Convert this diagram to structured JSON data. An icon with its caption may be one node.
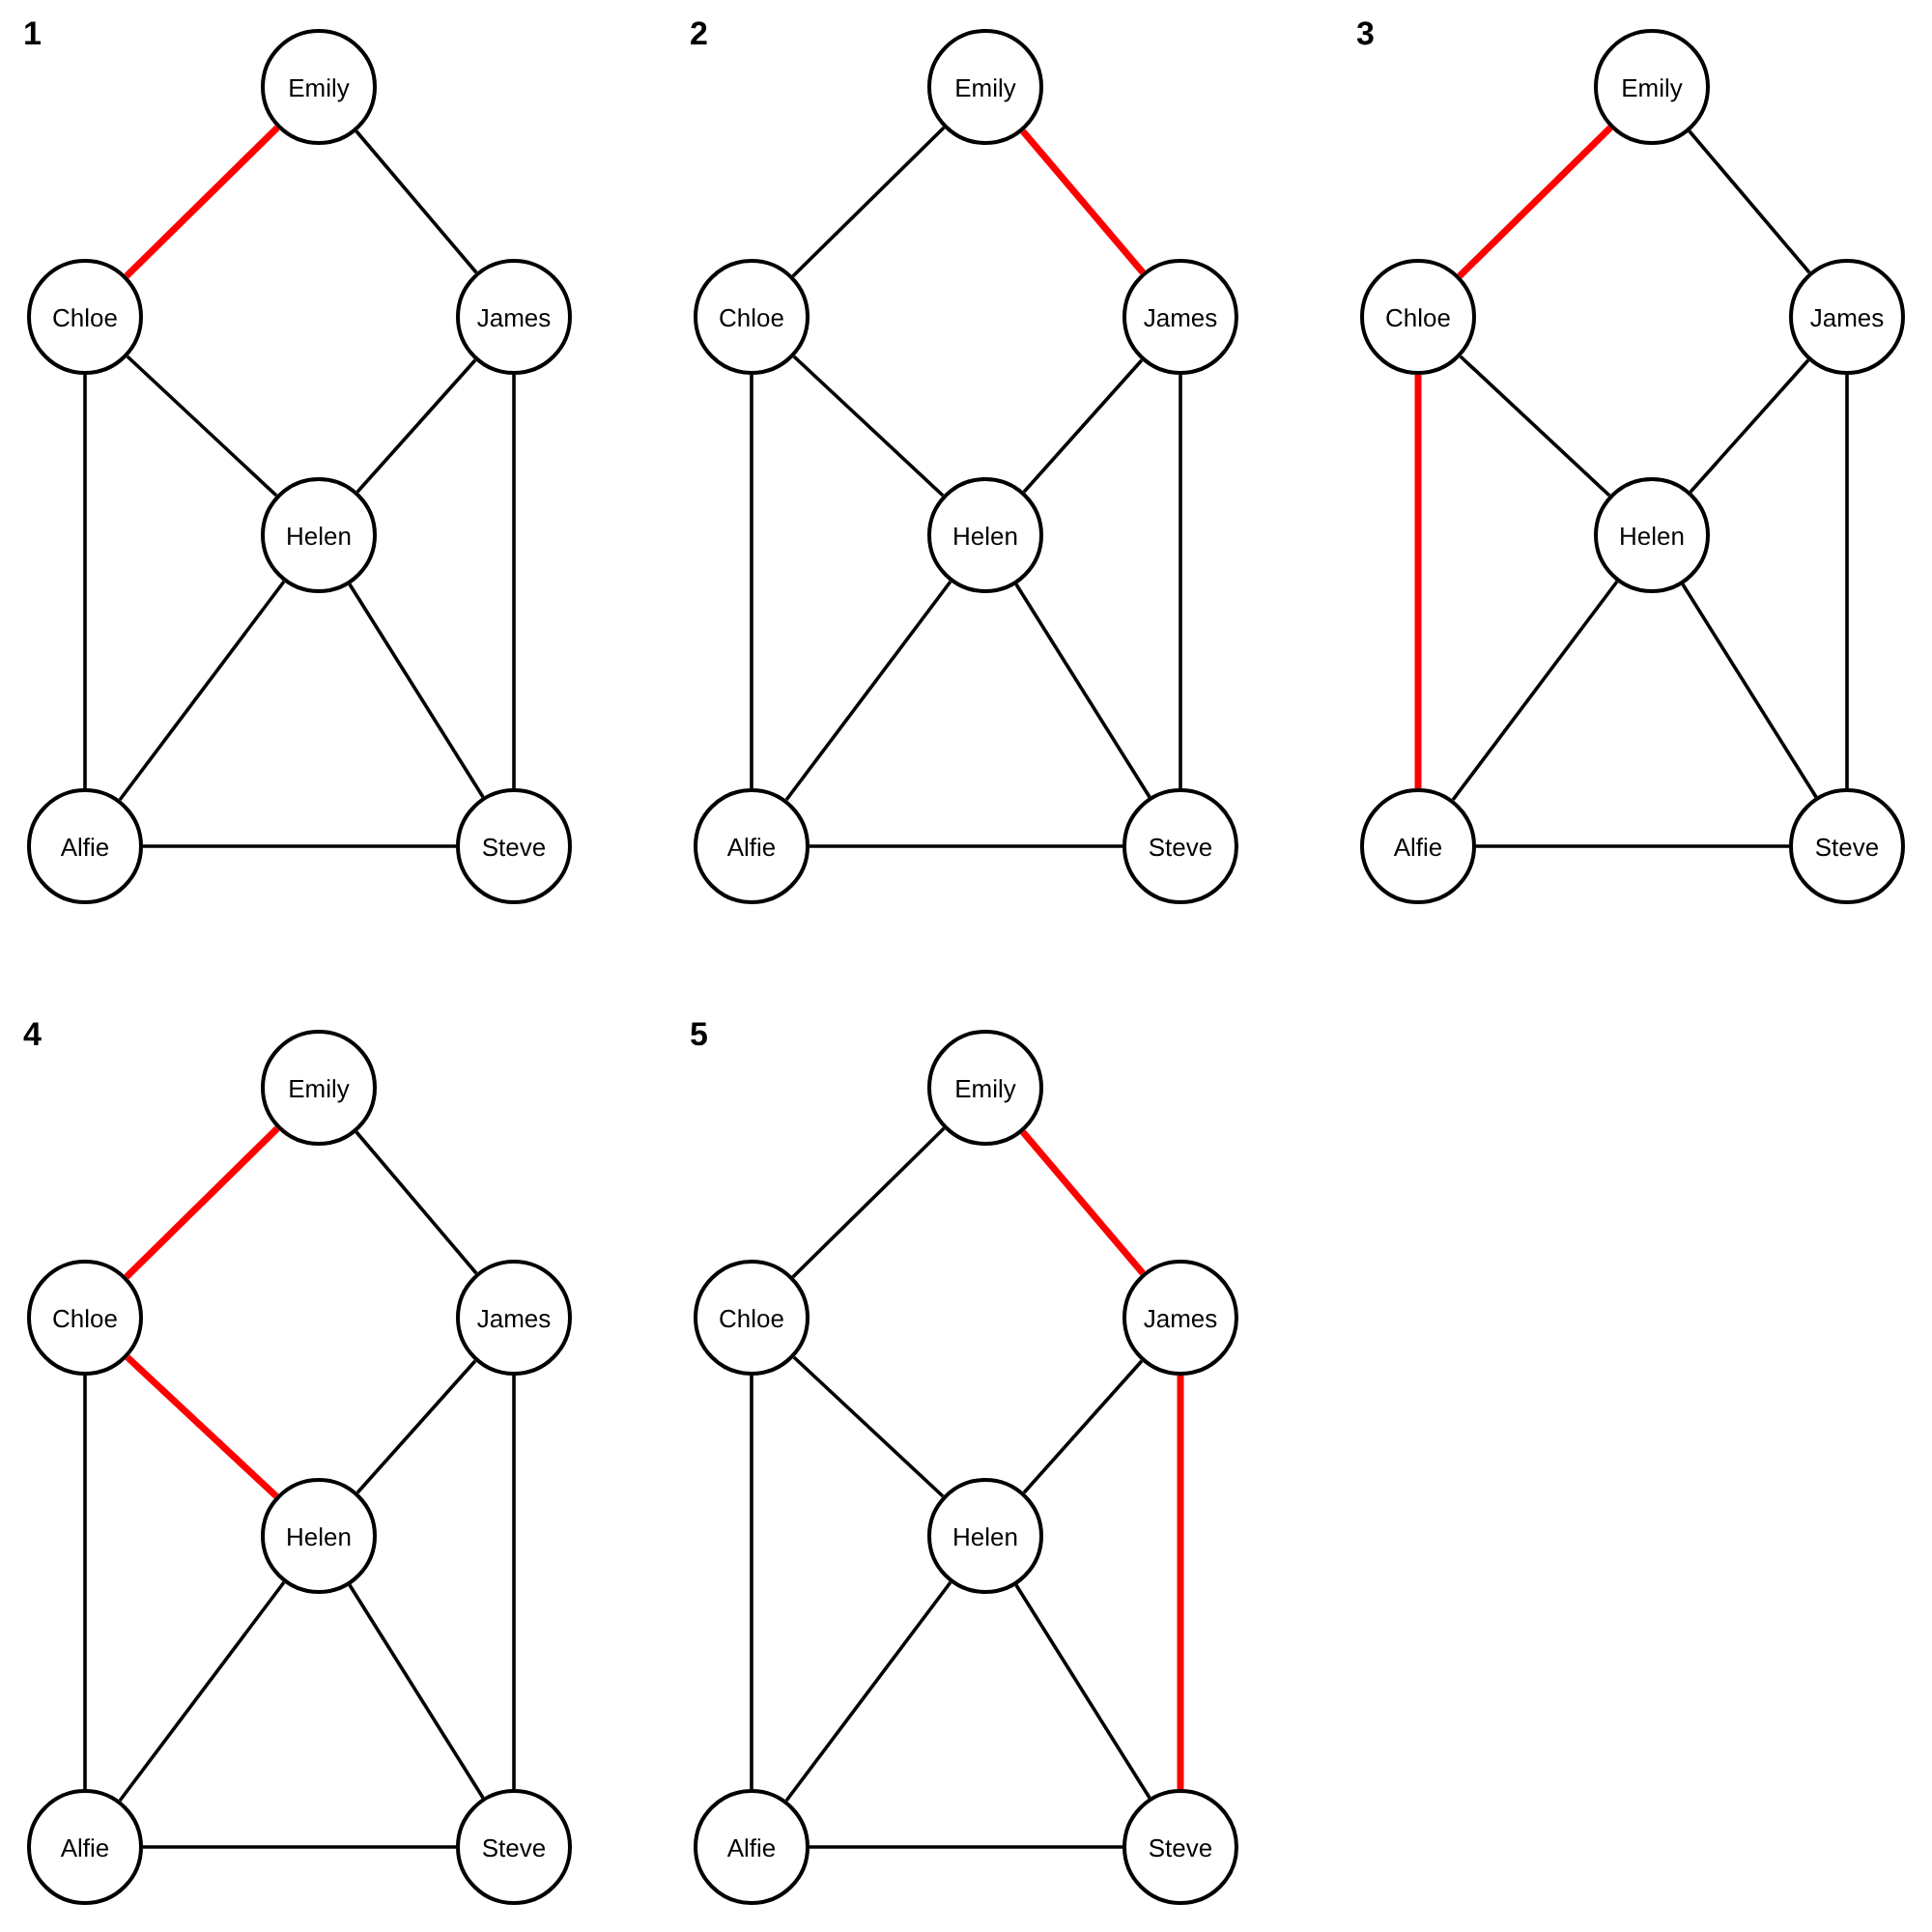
{
  "diagram": {
    "nodes": [
      {
        "text": [
          "Emily"
        ]
      },
      {
        "text": [
          "Chloe"
        ]
      },
      {
        "text": [
          "James"
        ]
      },
      {
        "text": [
          "Helen"
        ]
      },
      {
        "text": [
          "Alfie"
        ]
      },
      {
        "text": [
          "Steve"
        ]
      },
      {
        "text": [
          "Emily"
        ]
      },
      {
        "text": [
          "Chloe"
        ]
      },
      {
        "text": [
          "James"
        ]
      },
      {
        "text": [
          "Helen"
        ]
      },
      {
        "text": [
          "Alfie"
        ]
      },
      {
        "text": [
          "Steve"
        ]
      },
      {
        "text": [
          "Emily"
        ]
      },
      {
        "text": [
          "Chloe"
        ]
      },
      {
        "text": [
          "James"
        ]
      },
      {
        "text": [
          "Helen"
        ]
      },
      {
        "text": [
          "Alfie"
        ]
      },
      {
        "text": [
          "Steve"
        ]
      },
      {
        "text": [
          "Emily"
        ]
      },
      {
        "text": [
          "Chloe"
        ]
      },
      {
        "text": [
          "James"
        ]
      },
      {
        "text": [
          "Helen"
        ]
      },
      {
        "text": [
          "Alfie"
        ]
      },
      {
        "text": [
          "Steve"
        ]
      },
      {
        "text": [
          "Emily"
        ]
      },
      {
        "text": [
          "Chloe"
        ]
      },
      {
        "text": [
          "James"
        ]
      },
      {
        "text": [
          "Helen"
        ]
      },
      {
        "text": [
          "Alfie"
        ]
      },
      {
        "text": [
          "Steve"
        ]
      }
    ],
    "edges": [
      {
        "from": 0,
        "to": 1,
        "arrow": "none",
        "style": "thick",
        "color": "#ff0000"
      },
      {
        "from": 0,
        "to": 2,
        "arrow": "none"
      },
      {
        "from": 1,
        "to": 3,
        "arrow": "none"
      },
      {
        "from": 2,
        "to": 3,
        "arrow": "none"
      },
      {
        "from": 1,
        "to": 4,
        "arrow": "none"
      },
      {
        "from": 2,
        "to": 5,
        "arrow": "none"
      },
      {
        "from": 3,
        "to": 4,
        "arrow": "none"
      },
      {
        "from": 3,
        "to": 5,
        "arrow": "none"
      },
      {
        "from": 4,
        "to": 5,
        "arrow": "none"
      },
      {
        "from": 6,
        "to": 7,
        "arrow": "none"
      },
      {
        "from": 6,
        "to": 8,
        "arrow": "none",
        "style": "thick",
        "color": "#ff0000"
      },
      {
        "from": 7,
        "to": 9,
        "arrow": "none"
      },
      {
        "from": 8,
        "to": 9,
        "arrow": "none"
      },
      {
        "from": 7,
        "to": 10,
        "arrow": "none"
      },
      {
        "from": 8,
        "to": 11,
        "arrow": "none"
      },
      {
        "from": 9,
        "to": 10,
        "arrow": "none"
      },
      {
        "from": 9,
        "to": 11,
        "arrow": "none"
      },
      {
        "from": 10,
        "to": 11,
        "arrow": "none"
      },
      {
        "from": 12,
        "to": 13,
        "arrow": "none",
        "style": "thick",
        "color": "#ff0000"
      },
      {
        "from": 12,
        "to": 14,
        "arrow": "none"
      },
      {
        "from": 13,
        "to": 15,
        "arrow": "none"
      },
      {
        "from": 14,
        "to": 15,
        "arrow": "none"
      },
      {
        "from": 13,
        "to": 16,
        "arrow": "none",
        "style": "thick",
        "color": "#ff0000"
      },
      {
        "from": 14,
        "to": 17,
        "arrow": "none"
      },
      {
        "from": 15,
        "to": 16,
        "arrow": "none"
      },
      {
        "from": 15,
        "to": 17,
        "arrow": "none"
      },
      {
        "from": 16,
        "to": 17,
        "arrow": "none"
      },
      {
        "from": 18,
        "to": 19,
        "arrow": "none",
        "style": "thick",
        "color": "#ff0000"
      },
      {
        "from": 18,
        "to": 20,
        "arrow": "none"
      },
      {
        "from": 19,
        "to": 21,
        "arrow": "none",
        "style": "thick",
        "color": "#ff0000"
      },
      {
        "from": 20,
        "to": 21,
        "arrow": "none"
      },
      {
        "from": 19,
        "to": 22,
        "arrow": "none"
      },
      {
        "from": 20,
        "to": 23,
        "arrow": "none"
      },
      {
        "from": 21,
        "to": 22,
        "arrow": "none"
      },
      {
        "from": 21,
        "to": 23,
        "arrow": "none"
      },
      {
        "from": 22,
        "to": 23,
        "arrow": "none"
      },
      {
        "from": 24,
        "to": 25,
        "arrow": "none"
      },
      {
        "from": 24,
        "to": 26,
        "arrow": "none",
        "style": "thick",
        "color": "#ff0000"
      },
      {
        "from": 25,
        "to": 27,
        "arrow": "none"
      },
      {
        "from": 26,
        "to": 27,
        "arrow": "none"
      },
      {
        "from": 25,
        "to": 28,
        "arrow": "none"
      },
      {
        "from": 26,
        "to": 29,
        "arrow": "none",
        "style": "thick",
        "color": "#ff0000"
      },
      {
        "from": 27,
        "to": 28,
        "arrow": "none"
      },
      {
        "from": 27,
        "to": 29,
        "arrow": "none"
      },
      {
        "from": 28,
        "to": 29,
        "arrow": "none"
      }
    ],
    "labels": [
      "1",
      "2",
      "3",
      "4",
      "5"
    ]
  }
}
